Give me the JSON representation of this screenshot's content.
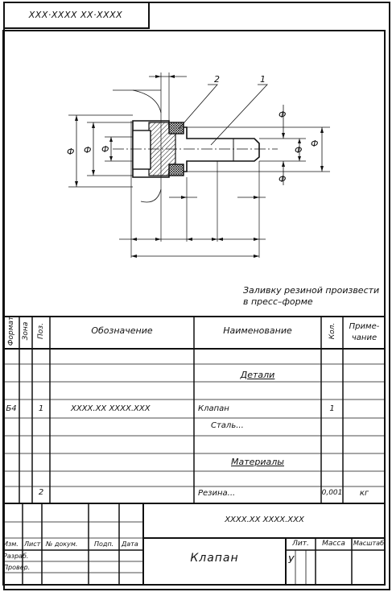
{
  "stamp": "XXX·XXXX  XX·XXXX",
  "drawing": {
    "leader_1": "1",
    "leader_2": "2",
    "dim_symbol": "Ф"
  },
  "note": {
    "line1": "Заливку резиной произвести",
    "line2": "в пресс–форме"
  },
  "spec": {
    "headers": {
      "format": "Формат",
      "zone": "Зона",
      "pos": "Поз.",
      "designation": "Обозначение",
      "name": "Наименование",
      "qty": "Кол.",
      "remark_1": "Приме-",
      "remark_2": "чание"
    },
    "section_parts": "Детали",
    "section_materials": "Материалы",
    "rows": [
      {
        "format": "Б4",
        "pos": "1",
        "designation": "XXXX.XX  XXXX.XXX",
        "name": "Клапан",
        "qty": "1",
        "remark": ""
      },
      {
        "format": "",
        "pos": "",
        "designation": "",
        "name": "Сталь...",
        "qty": "",
        "remark": ""
      },
      {
        "format": "",
        "pos": "2",
        "designation": "",
        "name": "Резина...",
        "qty": "0,001",
        "remark": "кг"
      }
    ]
  },
  "title_block": {
    "doc_code": "XXXX.XX  XXXX.XXX",
    "title": "Клапан",
    "col_izm": "Изм.",
    "col_list": "Лист",
    "col_doc": "№ докум.",
    "col_sign": "Подп.",
    "col_date": "Дата",
    "row_razrab": "Разраб.",
    "row_prover": "Провер.",
    "lit": "Лит.",
    "massa": "Масса",
    "masshtab": "Масштаб",
    "lit_value": "У"
  }
}
